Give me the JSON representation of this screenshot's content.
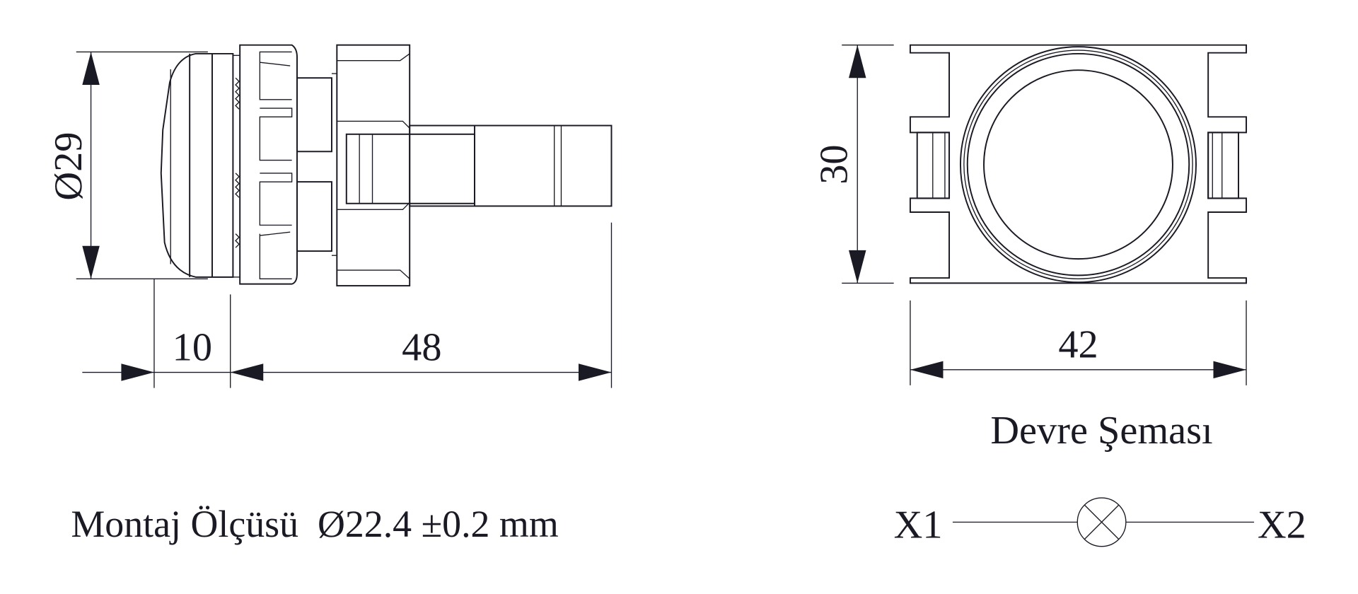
{
  "side_view": {
    "diameter_label": "Ø29",
    "dim_front": "10",
    "dim_length": "48",
    "mounting_label": "Montaj Ölçüsü  Ø22.4 ±0.2 mm"
  },
  "rear_view": {
    "dim_height": "30",
    "dim_width": "42"
  },
  "circuit": {
    "title": "Devre Şeması",
    "terminal_left": "X1",
    "terminal_right": "X2",
    "symbol": "lamp-symbol"
  }
}
